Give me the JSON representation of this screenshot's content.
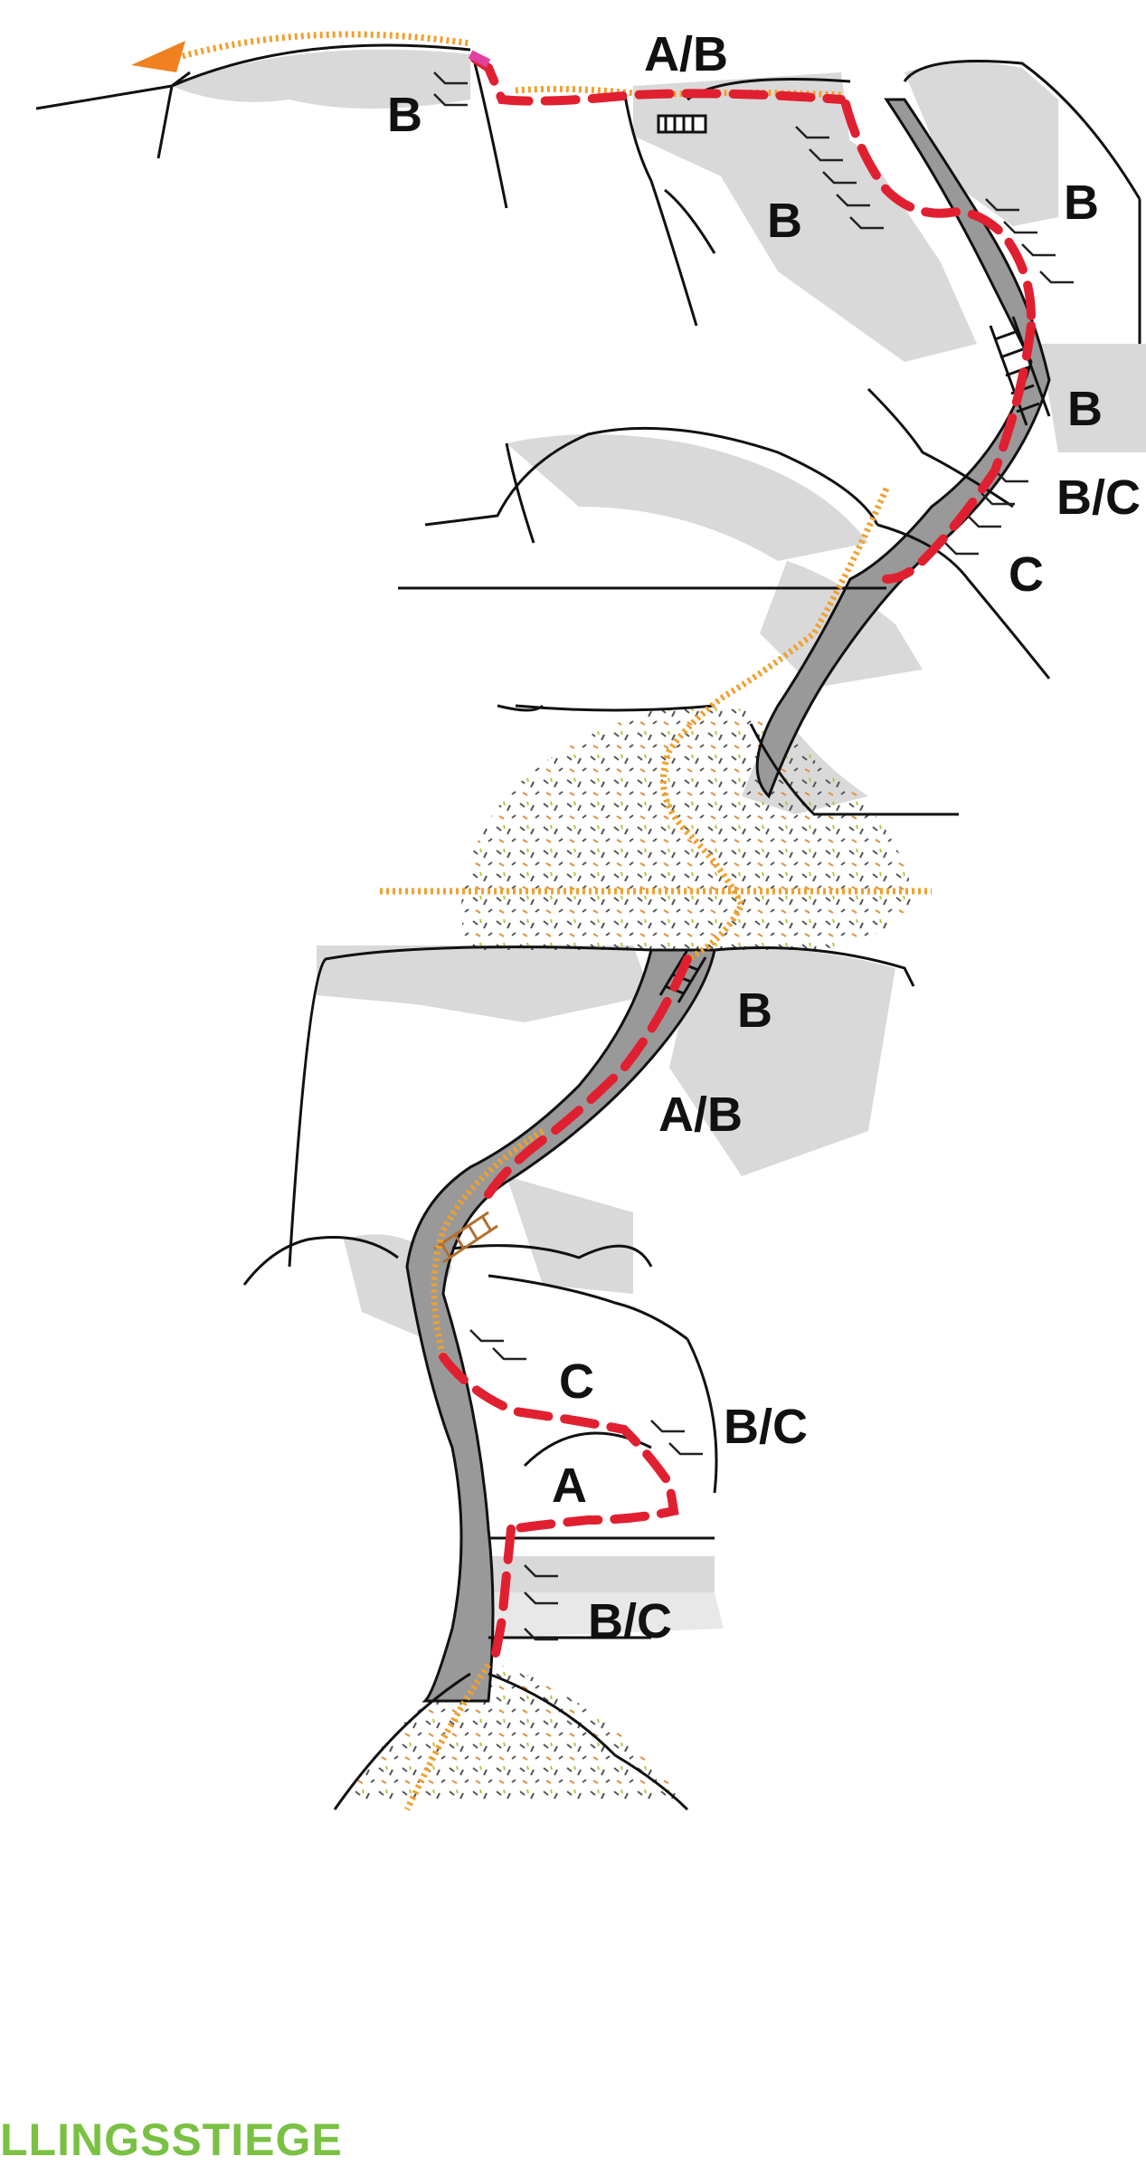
{
  "grades": {
    "top_left": "B",
    "top_mid": "A/B",
    "upper_mid": "B",
    "upper_right": "B",
    "right_b": "B",
    "right_bc": "B/C",
    "right_c": "C",
    "lower_b": "B",
    "lower_ab": "A/B",
    "low_c": "C",
    "low_bc": "B/C",
    "low_a": "A",
    "bottom_bc": "B/C"
  },
  "footer": {
    "title": "LLINGSSTIEGE"
  },
  "colors": {
    "route_dashed": "#e02030",
    "route_approach": "#f0a030",
    "gully": "#999999",
    "rock_shade": "#d8d8d8",
    "scree_dot": "#555555",
    "footer_title": "#7ac143"
  }
}
